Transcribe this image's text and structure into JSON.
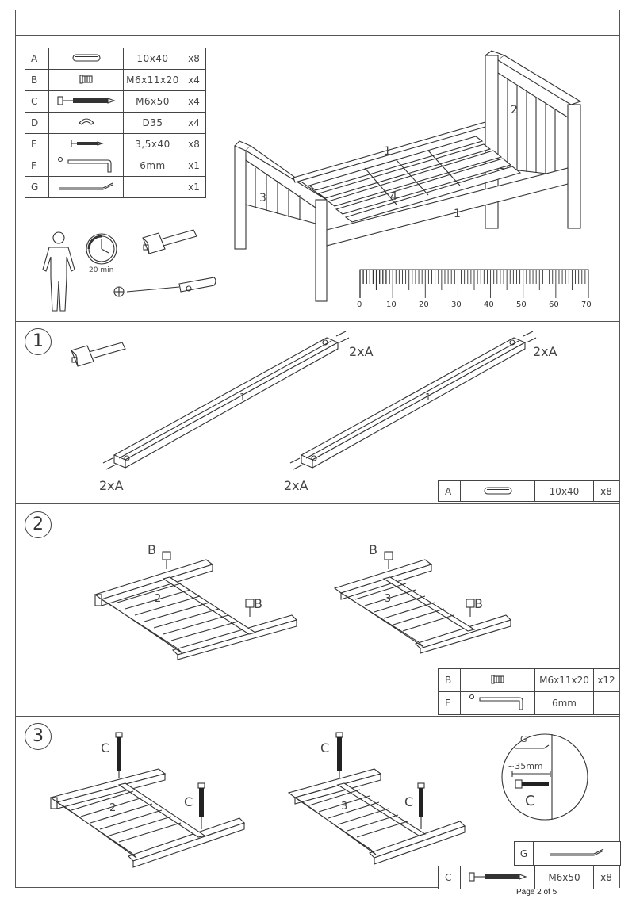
{
  "parts": [
    {
      "code": "A",
      "icon": "dowel-icon",
      "size": "10x40",
      "qty": "x8"
    },
    {
      "code": "B",
      "icon": "connector-nut-icon",
      "size": "M6x11x20",
      "qty": "x4"
    },
    {
      "code": "C",
      "icon": "bolt-icon",
      "size": "M6x50",
      "qty": "x4"
    },
    {
      "code": "D",
      "icon": "bracket-icon",
      "size": "D35",
      "qty": "x4"
    },
    {
      "code": "E",
      "icon": "wood-screw-icon",
      "size": "3,5x40",
      "qty": "x8"
    },
    {
      "code": "F",
      "icon": "allen-key-icon",
      "size": "6mm",
      "qty": "x1"
    },
    {
      "code": "G",
      "icon": "rod-tool-icon",
      "size": "",
      "qty": "x1"
    }
  ],
  "overview": {
    "time_label": "20 min",
    "part_numbers": [
      "1",
      "2",
      "3",
      "4",
      "1"
    ],
    "ruler_labels": [
      "0",
      "10",
      "20",
      "30",
      "40",
      "50",
      "60",
      "70"
    ]
  },
  "step1": {
    "number": "1",
    "callouts": [
      "2xA",
      "2xA",
      "2xA",
      "2xA"
    ],
    "rail_label": "1",
    "parts": [
      {
        "code": "A",
        "size": "10x40",
        "qty": "x8"
      }
    ]
  },
  "step2": {
    "number": "2",
    "callouts": [
      "B",
      "B",
      "B",
      "B"
    ],
    "panel_labels": [
      "2",
      "3"
    ],
    "parts": [
      {
        "code": "B",
        "size": "M6x11x20",
        "qty": "x12"
      },
      {
        "code": "F",
        "size": "6mm",
        "qty": ""
      }
    ]
  },
  "step3": {
    "number": "3",
    "callouts": [
      "C",
      "C",
      "C",
      "C"
    ],
    "panel_labels": [
      "2",
      "3"
    ],
    "detail": {
      "g_label": "G",
      "measure": "~35mm",
      "c_label": "C"
    },
    "parts": [
      {
        "code": "G",
        "size": "",
        "qty": ""
      },
      {
        "code": "C",
        "size": "M6x50",
        "qty": "x8"
      }
    ]
  },
  "footer": {
    "page": "Page 2 of 5"
  }
}
